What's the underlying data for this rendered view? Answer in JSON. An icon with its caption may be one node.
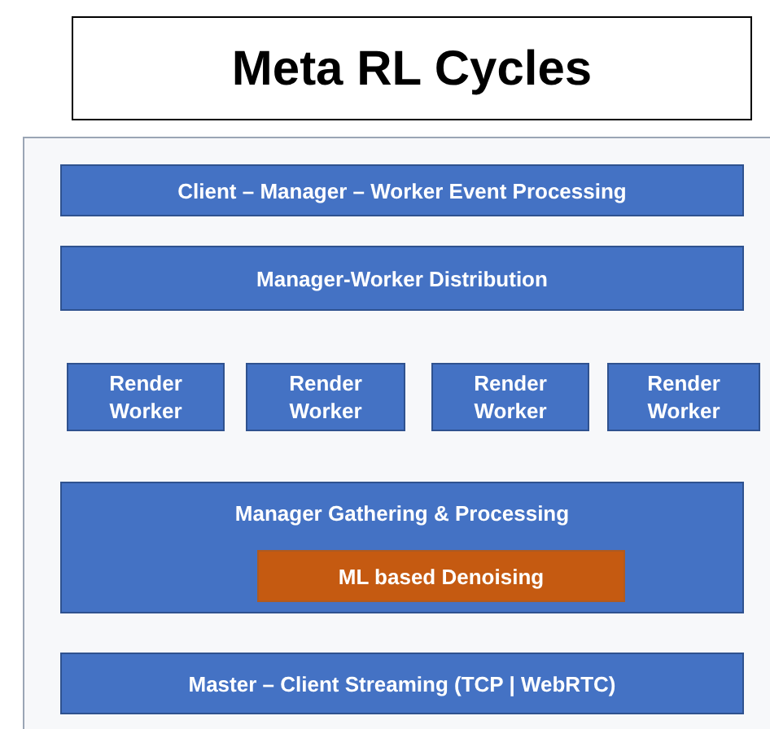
{
  "diagram": {
    "title": "Meta RL Cycles",
    "nodes": [
      {
        "text": [
          "Client – Manager – Worker Event Processing"
        ]
      },
      {
        "text": [
          "Manager-Worker Distribution"
        ]
      },
      {
        "text": [
          "Render Worker"
        ]
      },
      {
        "text": [
          "Render Worker"
        ]
      },
      {
        "text": [
          "Render Worker"
        ]
      },
      {
        "text": [
          "Render Worker"
        ]
      },
      {
        "text": [
          "Manager Gathering & Processing"
        ]
      },
      {
        "text": [
          "ML based Denoising"
        ],
        "in": 6
      },
      {
        "text": [
          "Master – Client Streaming (TCP | WebRTC)"
        ]
      }
    ],
    "edges": []
  }
}
